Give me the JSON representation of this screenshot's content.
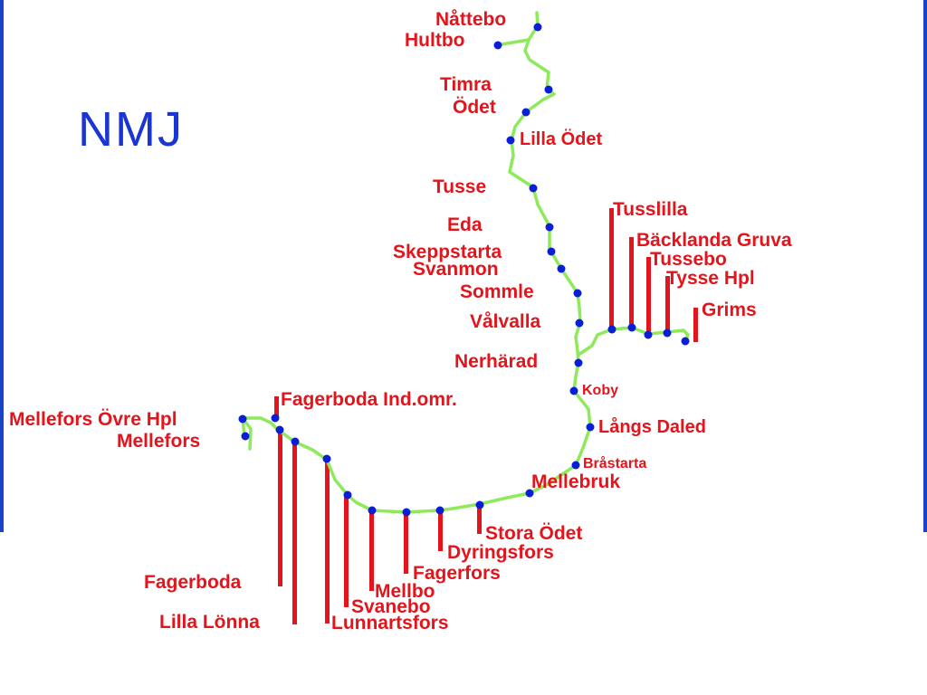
{
  "title": "NMJ",
  "colors": {
    "route": "#8eea5a",
    "station": "#0a1ed6",
    "label": "#e3141b",
    "title": "#1a35d4",
    "frame": "#1a44c8"
  },
  "stations": {
    "nattebo": "Nåttebo",
    "hultbo": "Hultbo",
    "timra": "Timra",
    "odet": "Ödet",
    "lilla_odet": "Lilla Ödet",
    "tusse": "Tusse",
    "eda": "Eda",
    "skeppstarta": "Skeppstarta",
    "svanmon": "Svanmon",
    "sommle": "Sommle",
    "valvalla": "Vålvalla",
    "nerharad": "Nerhärad",
    "koby": "Koby",
    "langs_daled": "Långs Daled",
    "brastarta": "Bråstarta",
    "mellebruk": "Mellebruk",
    "stora_odet": "Stora Ödet",
    "dyringsfors": "Dyringsfors",
    "fagerfors": "Fagerfors",
    "mellbo": "Mellbo",
    "svanebo": "Svanebo",
    "lunnartsfors": "Lunnartsfors",
    "lilla_lonna": "Lilla Lönna",
    "fagerboda": "Fagerboda",
    "fagerboda_ind": "Fagerboda Ind.omr.",
    "mellefors_ovre": "Mellefors Övre Hpl",
    "mellefors": "Mellefors",
    "tusslilla": "Tusslilla",
    "backlanda": "Bäcklanda Gruva",
    "tussebo": "Tussebo",
    "tysse": "Tysse Hpl",
    "grims": "Grims"
  }
}
